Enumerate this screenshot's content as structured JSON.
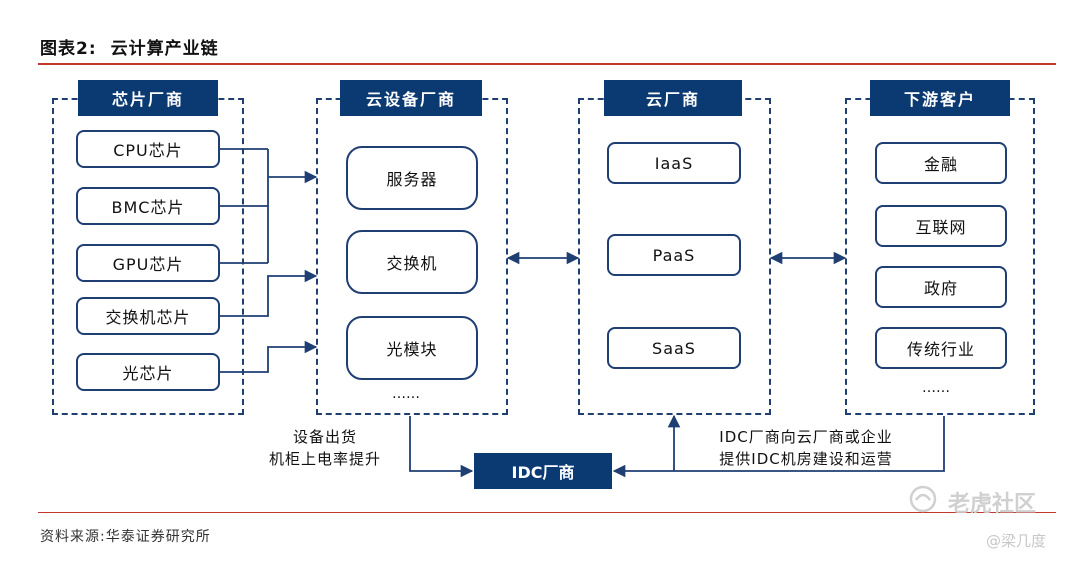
{
  "figure": {
    "label": "图表2:",
    "title": "云计算产业链",
    "source": "资料来源:华泰证券研究所"
  },
  "groups": {
    "chips": {
      "title": "芯片厂商",
      "items": [
        "CPU芯片",
        "BMC芯片",
        "GPU芯片",
        "交换机芯片",
        "光芯片"
      ]
    },
    "equipment": {
      "title": "云设备厂商",
      "items": [
        "服务器",
        "交换机",
        "光模块"
      ],
      "ellipsis": "……"
    },
    "cloud": {
      "title": "云厂商",
      "items": [
        "IaaS",
        "PaaS",
        "SaaS"
      ]
    },
    "downstream": {
      "title": "下游客户",
      "items": [
        "金融",
        "互联网",
        "政府",
        "传统行业"
      ],
      "ellipsis": "……"
    }
  },
  "idc": {
    "label": "IDC厂商",
    "note_left": [
      "设备出货",
      "机柜上电率提升"
    ],
    "note_right": [
      "IDC厂商向云厂商或企业",
      "提供IDC机房建设和运营"
    ]
  },
  "watermark": {
    "main": "老虎社区",
    "author": "@梁几度"
  },
  "colors": {
    "navy": "#0b3a73",
    "accent_red": "#c0392b"
  }
}
